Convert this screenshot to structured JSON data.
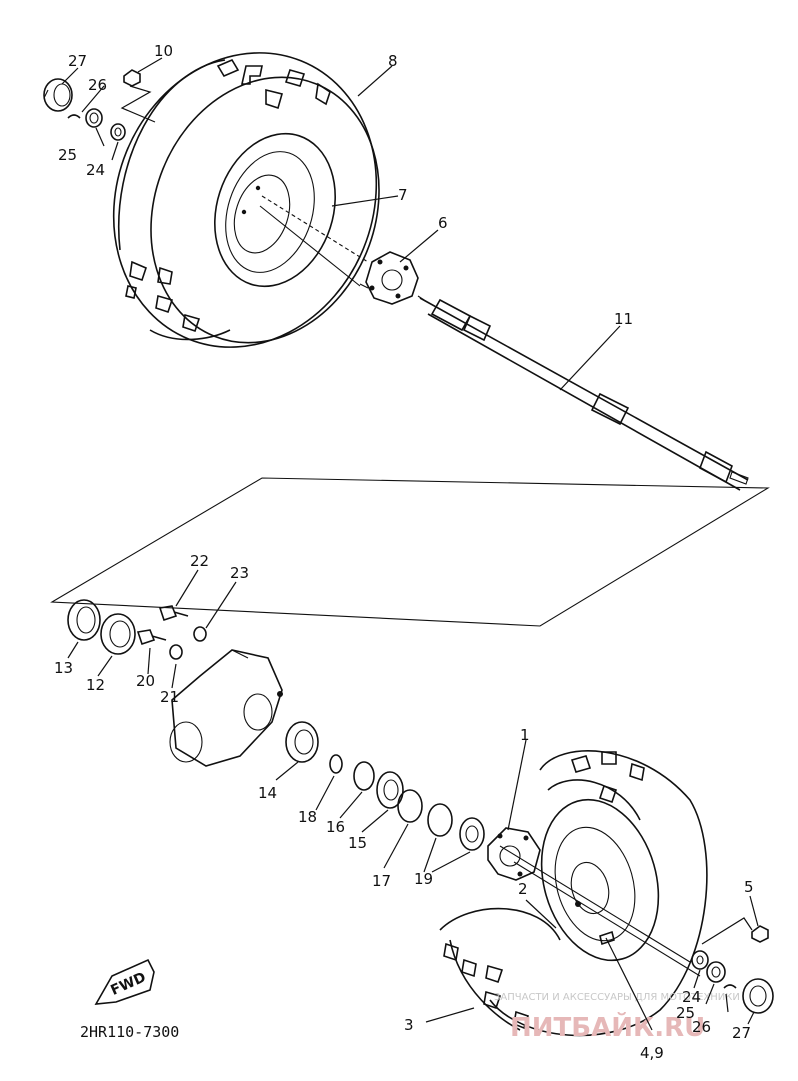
{
  "diagram": {
    "part_code": "2HR110-7300",
    "direction_label": "FWD",
    "watermark": {
      "small_text": "ЗАПЧАСТИ И АКСЕССУАРЫ ДЛЯ МОТОТЕХНИКИ",
      "logo_text": "ПИТБАЙК.RU"
    },
    "callouts": [
      {
        "id": "c1",
        "text": "1"
      },
      {
        "id": "c2",
        "text": "2"
      },
      {
        "id": "c3",
        "text": "3"
      },
      {
        "id": "c49",
        "text": "4,9"
      },
      {
        "id": "c5",
        "text": "5"
      },
      {
        "id": "c6",
        "text": "6"
      },
      {
        "id": "c7",
        "text": "7"
      },
      {
        "id": "c8",
        "text": "8"
      },
      {
        "id": "c10",
        "text": "10"
      },
      {
        "id": "c11",
        "text": "11"
      },
      {
        "id": "c12",
        "text": "12"
      },
      {
        "id": "c13",
        "text": "13"
      },
      {
        "id": "c14",
        "text": "14"
      },
      {
        "id": "c15",
        "text": "15"
      },
      {
        "id": "c16",
        "text": "16"
      },
      {
        "id": "c17",
        "text": "17"
      },
      {
        "id": "c18",
        "text": "18"
      },
      {
        "id": "c19",
        "text": "19"
      },
      {
        "id": "c20",
        "text": "20"
      },
      {
        "id": "c21",
        "text": "21"
      },
      {
        "id": "c22",
        "text": "22"
      },
      {
        "id": "c23",
        "text": "23"
      },
      {
        "id": "c24a",
        "text": "24"
      },
      {
        "id": "c25a",
        "text": "25"
      },
      {
        "id": "c26a",
        "text": "26"
      },
      {
        "id": "c27a",
        "text": "27"
      },
      {
        "id": "c24b",
        "text": "24"
      },
      {
        "id": "c25b",
        "text": "25"
      },
      {
        "id": "c26b",
        "text": "26"
      },
      {
        "id": "c27b",
        "text": "27"
      }
    ]
  }
}
